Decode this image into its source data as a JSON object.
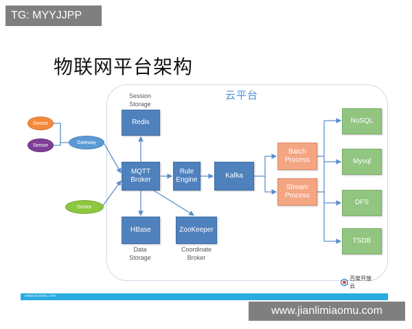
{
  "tag": "TG: MYYJJPP",
  "title": "物联网平台架构",
  "cloud_label": "云平台",
  "nodes": {
    "sensor1": "Sensor",
    "sensor2": "Sensor",
    "gateway": "Gateway",
    "device": "Device",
    "redis": "Redis",
    "mqtt": "MQTT\nBroker",
    "rule": "Rule\nEngine",
    "kafka": "Kafka",
    "hbase": "HBase",
    "zookeeper": "ZooKeeper",
    "batch": "Batch\nProcess",
    "stream": "Stream\nProcess",
    "nosql": "NoSQL",
    "mysql": "Mysql",
    "dfs": "DFS",
    "tsdb": "TSDB"
  },
  "captions": {
    "session_storage": "Session\nStorage",
    "data_storage": "Data\nStorage",
    "coordinate_broker": "Coordinate\nBroker"
  },
  "colors": {
    "blue_box": "#4f81bd",
    "orange_box": "#f4a582",
    "green_box": "#92c580",
    "sensor_orange": "#f28a3c",
    "sensor_purple": "#7f3f98",
    "gateway_blue": "#5b9bd5",
    "device_green": "#8dc63f",
    "footer_bar": "#29abe2"
  },
  "logo_text": "百度开放云",
  "footer_small": "www.ai.baidu.com",
  "watermark": "www.jianlimiaomu.com"
}
